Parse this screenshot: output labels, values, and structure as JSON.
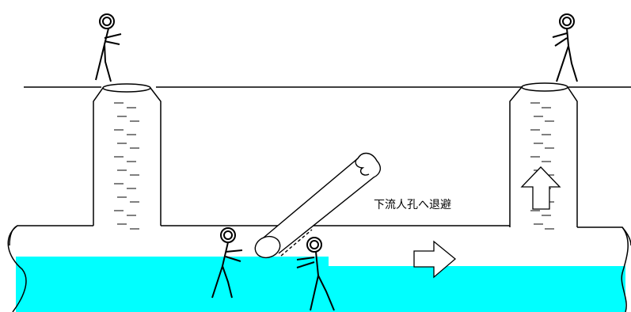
{
  "diagram": {
    "label": "下流人孔へ退避"
  },
  "colors": {
    "water": "#00ffff",
    "line": "#000000",
    "background": "#ffffff"
  },
  "icons": {
    "flow_arrow": "right-arrow",
    "escape_arrow": "up-arrow"
  }
}
